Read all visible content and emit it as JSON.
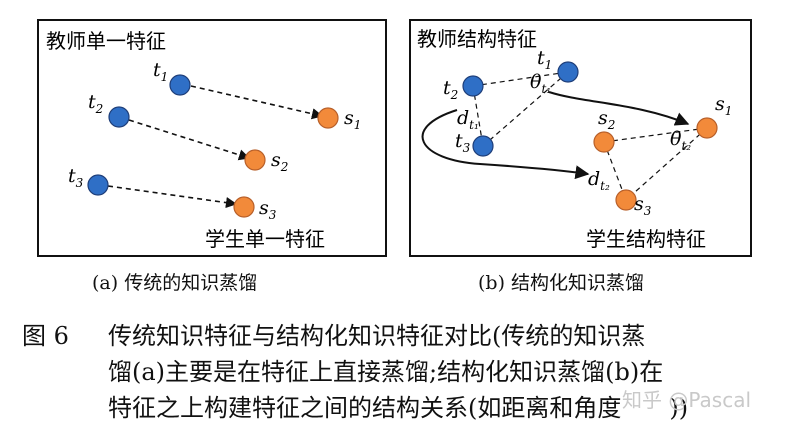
{
  "panel_a": {
    "title": "教师单一特征",
    "footer": "学生单一特征",
    "teacher_nodes": [
      {
        "letter": "t",
        "sub": "1"
      },
      {
        "letter": "t",
        "sub": "2"
      },
      {
        "letter": "t",
        "sub": "3"
      }
    ],
    "student_nodes": [
      {
        "letter": "s",
        "sub": "1"
      },
      {
        "letter": "s",
        "sub": "2"
      },
      {
        "letter": "s",
        "sub": "3"
      }
    ],
    "caption": "(a) 传统的知识蒸馏"
  },
  "panel_b": {
    "title": "教师结构特征",
    "footer": "学生结构特征",
    "teacher_nodes": [
      {
        "letter": "t",
        "sub": "1"
      },
      {
        "letter": "t",
        "sub": "2"
      },
      {
        "letter": "t",
        "sub": "3"
      }
    ],
    "student_nodes": [
      {
        "letter": "s",
        "sub": "1"
      },
      {
        "letter": "s",
        "sub": "2"
      },
      {
        "letter": "s",
        "sub": "3"
      }
    ],
    "relations": [
      {
        "letter": "θ",
        "sub": "t₁"
      },
      {
        "letter": "d",
        "sub": "t₁"
      },
      {
        "letter": "θ",
        "sub": "t₂"
      },
      {
        "letter": "d",
        "sub": "t₂"
      }
    ],
    "caption": "(b) 结构化知识蒸馏"
  },
  "colors": {
    "teacher": "#2f6fc6",
    "student": "#f28a3a",
    "node_stroke": "#1f3f7a",
    "student_stroke": "#b8602a"
  },
  "caption": {
    "label": "图 6",
    "line1": "传统知识特征与结构化知识特征对比(传统的知识蒸",
    "line2": "馏(a)主要是在特征上直接蒸馏;结构化知识蒸馏(b)在",
    "line3": "特征之上构建特征之间的结构关系(如距离和角度",
    "line3_end": "))"
  },
  "watermark": "知乎 @Pascal"
}
